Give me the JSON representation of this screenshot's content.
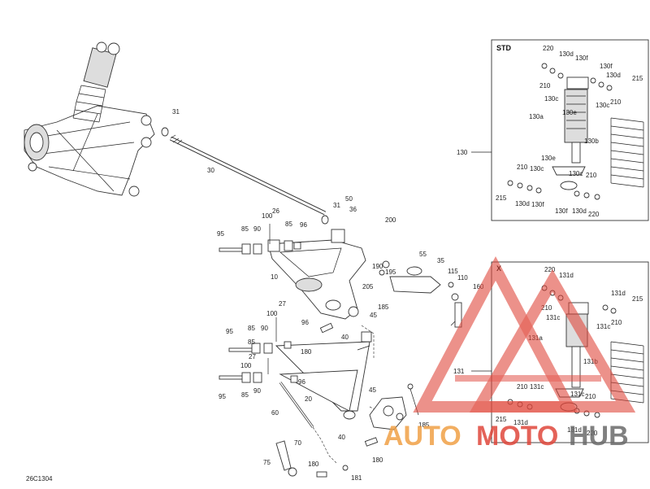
{
  "diagram": {
    "code": "26C1304",
    "kits": [
      {
        "id": "std",
        "header": "STD",
        "ref": "130"
      },
      {
        "id": "x",
        "header": "X",
        "ref": "131"
      }
    ],
    "labels": {
      "main": [
        "31",
        "30",
        "31",
        "50",
        "36",
        "200",
        "26",
        "100",
        "85",
        "96",
        "95",
        "85",
        "90",
        "10",
        "55",
        "35",
        "190",
        "195",
        "205",
        "115",
        "110",
        "160",
        "185",
        "45",
        "27",
        "100",
        "90",
        "85",
        "96",
        "95",
        "85",
        "40",
        "180",
        "27",
        "100",
        "96",
        "95",
        "85",
        "90",
        "20",
        "45",
        "60",
        "185",
        "40",
        "70",
        "75",
        "180",
        "180",
        "181"
      ],
      "std": [
        "220",
        "130d",
        "210",
        "130f",
        "130c",
        "130f",
        "130d",
        "215",
        "130e",
        "130c",
        "210",
        "130a",
        "130b",
        "130e",
        "210",
        "130c",
        "130c",
        "215",
        "130d",
        "130f",
        "130f",
        "210",
        "130d",
        "220"
      ],
      "x": [
        "220",
        "131d",
        "210",
        "131c",
        "131d",
        "215",
        "131a",
        "131c",
        "210",
        "131b",
        "131",
        "210",
        "131c",
        "215",
        "131d",
        "131c",
        "210",
        "131d",
        "220"
      ]
    }
  },
  "watermark": {
    "part1": "AUTO",
    "part2": "MOTO",
    "part3": "HUB"
  },
  "colors": {
    "watermark_red": "#e0473c",
    "watermark_orange": "#f0a046",
    "watermark_gray": "#6b6b6b"
  }
}
